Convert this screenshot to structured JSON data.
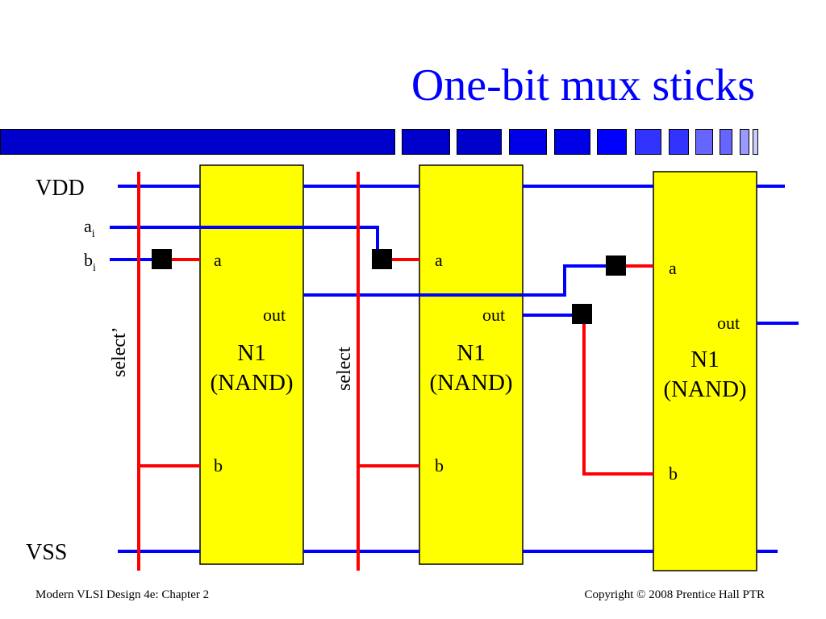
{
  "slide": {
    "title": "One-bit mux sticks"
  },
  "title_bar": {
    "colors": [
      "#0000cc",
      "#0000e6",
      "#0000ff",
      "#3333ff",
      "#6666ff",
      "#9999ff",
      "#ccccff"
    ]
  },
  "diagram": {
    "colors": {
      "metal": "#0000ff",
      "poly": "#ff0000",
      "cell_fill": "#ffff00",
      "via": "#000000"
    },
    "rails": {
      "vdd": "VDD",
      "vss": "VSS"
    },
    "inputs": {
      "a_base": "a",
      "a_sub": "i",
      "b_base": "b",
      "b_sub": "i"
    },
    "select_labels": {
      "first": "select’",
      "second": "select"
    },
    "cells": [
      {
        "name": "N1",
        "type": "(NAND)",
        "pin_a": "a",
        "pin_b": "b",
        "pin_out": "out"
      },
      {
        "name": "N1",
        "type": "(NAND)",
        "pin_a": "a",
        "pin_b": "b",
        "pin_out": "out"
      },
      {
        "name": "N1",
        "type": "(NAND)",
        "pin_a": "a",
        "pin_b": "b",
        "pin_out": "out"
      }
    ]
  },
  "footer": {
    "left": "Modern VLSI Design 4e: Chapter 2",
    "right": "Copyright ©  2008 Prentice Hall PTR"
  }
}
